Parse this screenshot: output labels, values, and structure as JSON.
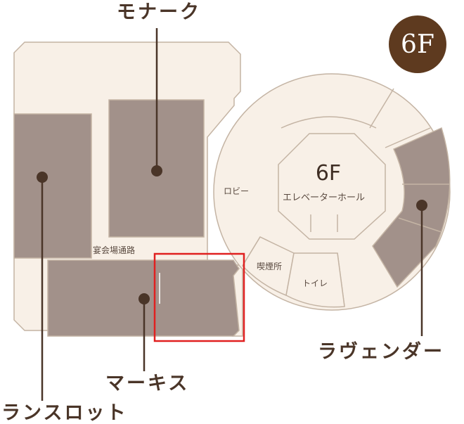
{
  "floor_badge": "6F",
  "hall": {
    "floor": "6F",
    "label": "エレベーターホール"
  },
  "labels": {
    "lobby": "ロビー",
    "corridor": "宴会場通路",
    "smoking": "喫煙所",
    "toilet": "トイレ"
  },
  "rooms": {
    "monarch": "モナーク",
    "lancelot": "ランスロット",
    "marquis": "マーキス",
    "lavender": "ラヴェンダー"
  },
  "colors": {
    "floor": "#f8f0e7",
    "outline": "#c4b4a4",
    "room": "#a2918a",
    "leader": "#4a3528",
    "badge": "#5e3a1f",
    "highlight": "#e02020"
  }
}
